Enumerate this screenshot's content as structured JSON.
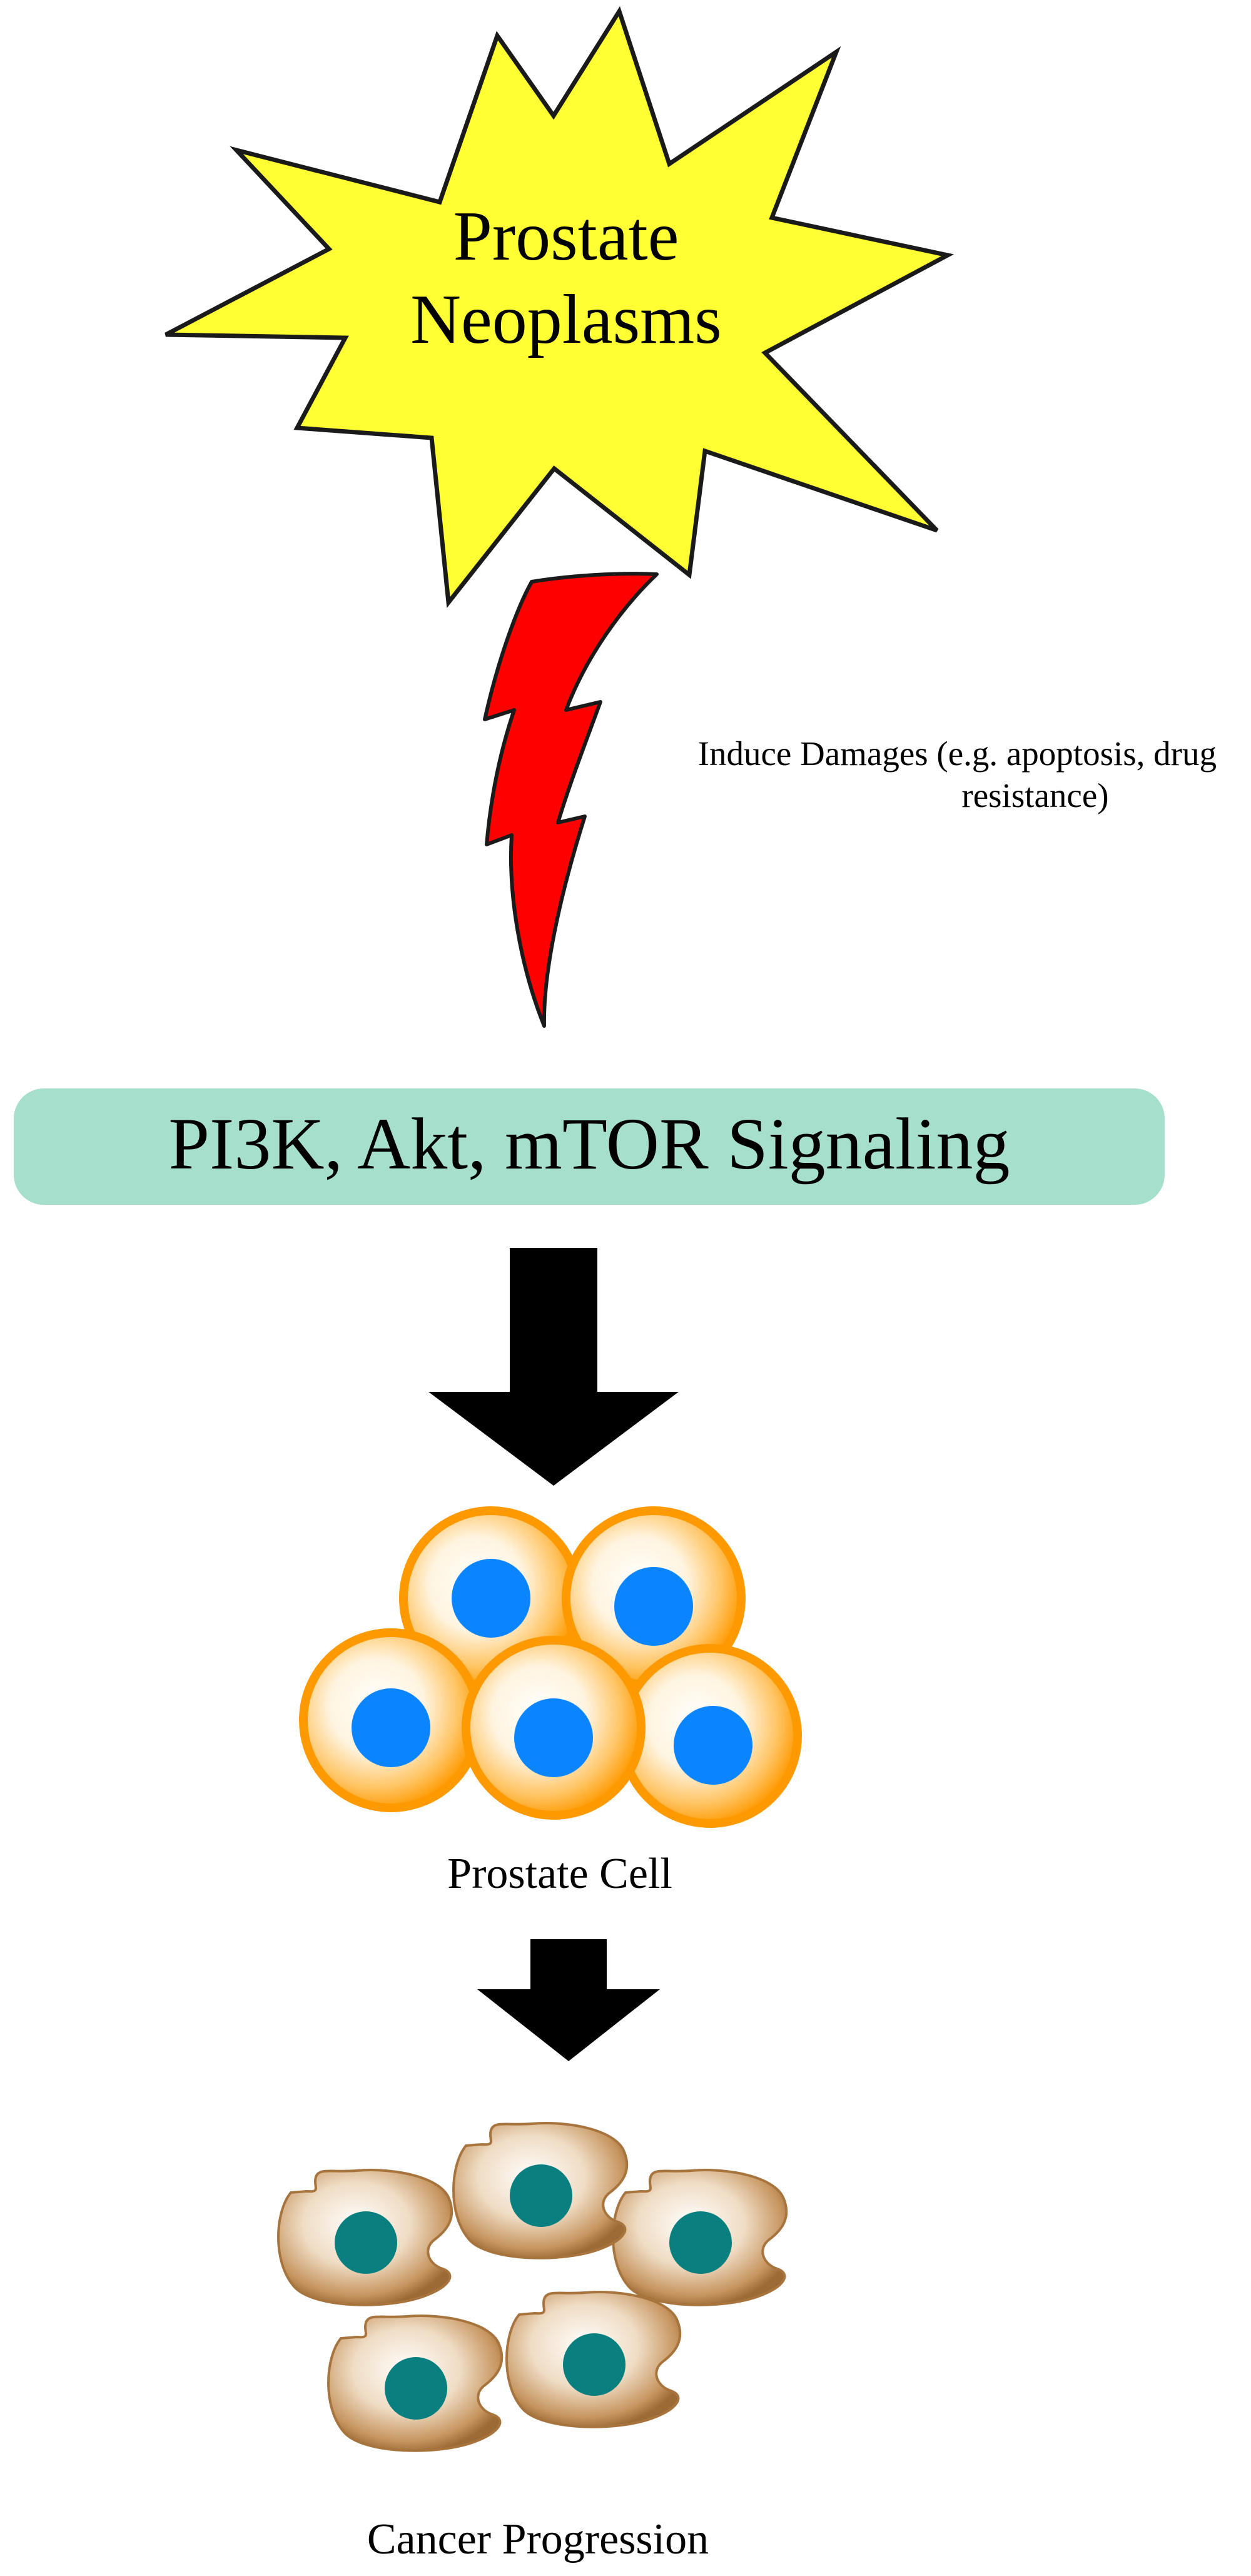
{
  "diagram": {
    "star": {
      "line1": "Prostate",
      "line2": "Neoplasms",
      "fill": "#ffff33",
      "stroke": "#1a1a1a"
    },
    "bolt": {
      "fill": "#ff0000",
      "stroke": "#1a1a1a"
    },
    "damage_note": {
      "line1": "Induce Damages (e.g. apoptosis, drug",
      "line2": "resistance)"
    },
    "pathway": {
      "label": "PI3K, Akt, mTOR Signaling",
      "fill": "#a6e0cc"
    },
    "prostate_cell": {
      "label": "Prostate Cell",
      "membrane_color": "#ff9900",
      "nucleus_color": "#0a84ff"
    },
    "cancer": {
      "label": "Cancer Progression",
      "cell_color": "#b07a3e",
      "nucleus_color": "#0a7f7f"
    },
    "arrow_color": "#000000"
  }
}
